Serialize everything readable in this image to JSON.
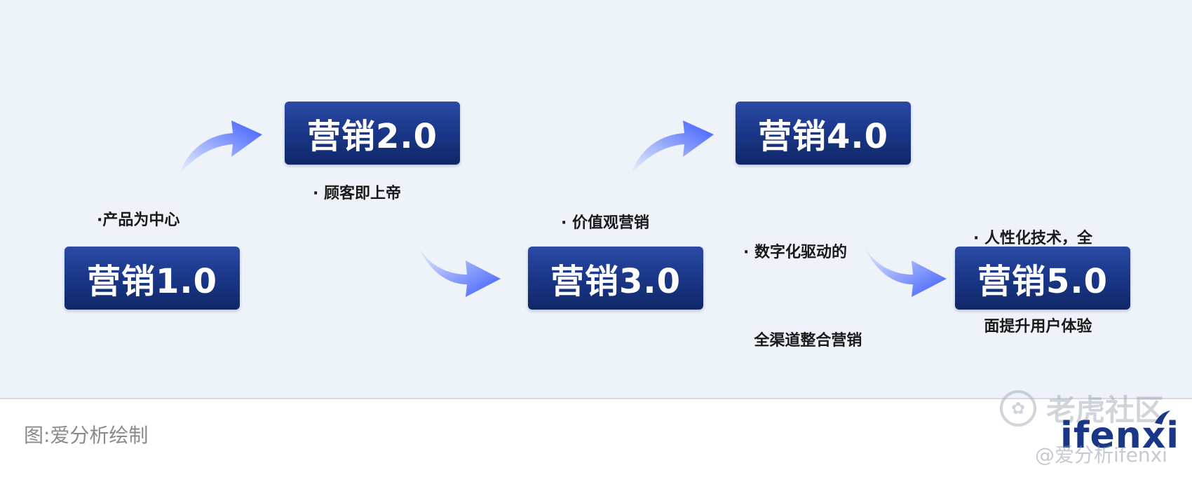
{
  "stages": [
    {
      "name": "营销1.0",
      "label": [
        "·产品为中心"
      ]
    },
    {
      "name": "营销2.0",
      "label": [
        "·  顾客即上帝"
      ]
    },
    {
      "name": "营销3.0",
      "label": [
        "·  价值观营销"
      ]
    },
    {
      "name": "营销4.0",
      "label": [
        "· 数字化驱动的",
        "  全渠道整合营销"
      ]
    },
    {
      "name": "营销5.0",
      "label": [
        "· 人性化技术，全",
        "  面提升用户体验"
      ]
    }
  ],
  "caption": "图:爱分析绘制",
  "watermark": {
    "site": "老虎社区",
    "handle": "@爱分析ifenxi",
    "logo": "ifenxi"
  },
  "colors": {
    "panel_bg": "#eef3fa",
    "box_dark": "#102868",
    "box_light": "#2a4aa6",
    "arrow_end": "#3b5bff",
    "logo": "#1a3687"
  },
  "icons": {
    "arrow": "curved-arrow-icon",
    "watermark": "tiger-circle-icon"
  }
}
